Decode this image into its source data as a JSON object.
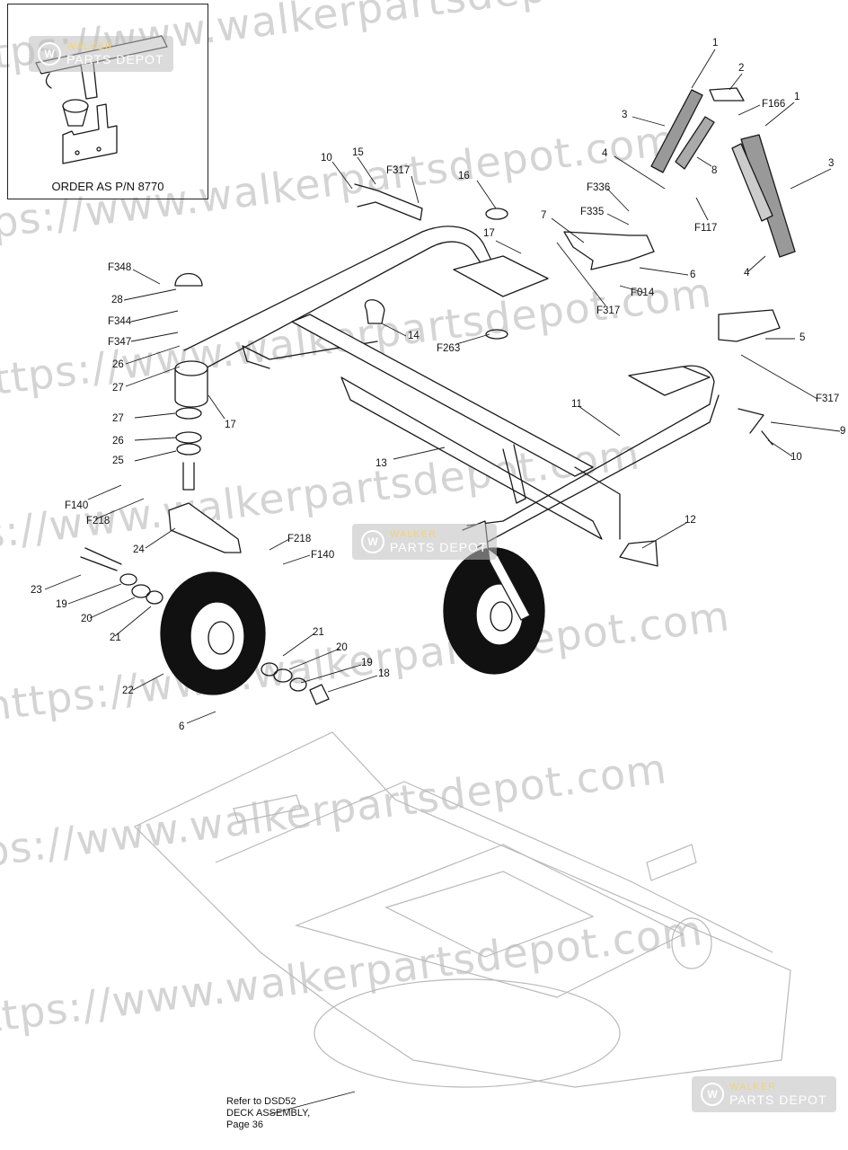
{
  "inset": {
    "caption": "ORDER AS P/N 8770"
  },
  "watermark": {
    "text": "https://www.walkerpartsdepot.com"
  },
  "logo": {
    "line1": "WALKER",
    "line2": "PARTS DEPOT"
  },
  "callouts": [
    {
      "id": "c1a",
      "text": "1"
    },
    {
      "id": "c2",
      "text": "2"
    },
    {
      "id": "cF166",
      "text": "F166"
    },
    {
      "id": "c1b",
      "text": "1"
    },
    {
      "id": "c3a",
      "text": "3"
    },
    {
      "id": "c3b",
      "text": "3"
    },
    {
      "id": "c8",
      "text": "8"
    },
    {
      "id": "c4a",
      "text": "4"
    },
    {
      "id": "cF117",
      "text": "F117"
    },
    {
      "id": "c4b",
      "text": "4"
    },
    {
      "id": "cF336",
      "text": "F336"
    },
    {
      "id": "cF335",
      "text": "F335"
    },
    {
      "id": "c7",
      "text": "7"
    },
    {
      "id": "c6a",
      "text": "6"
    },
    {
      "id": "cF014",
      "text": "F014"
    },
    {
      "id": "cF317a",
      "text": "F317"
    },
    {
      "id": "c16",
      "text": "16"
    },
    {
      "id": "c17a",
      "text": "17"
    },
    {
      "id": "c10a",
      "text": "10"
    },
    {
      "id": "c15",
      "text": "15"
    },
    {
      "id": "cF317b",
      "text": "F317"
    },
    {
      "id": "cF348",
      "text": "F348"
    },
    {
      "id": "c28",
      "text": "28"
    },
    {
      "id": "cF344",
      "text": "F344"
    },
    {
      "id": "cF347",
      "text": "F347"
    },
    {
      "id": "c26a",
      "text": "26"
    },
    {
      "id": "c27a",
      "text": "27"
    },
    {
      "id": "c14",
      "text": "14"
    },
    {
      "id": "cF263",
      "text": "F263"
    },
    {
      "id": "c5",
      "text": "5"
    },
    {
      "id": "cF317c",
      "text": "F317"
    },
    {
      "id": "c9",
      "text": "9"
    },
    {
      "id": "c10b",
      "text": "10"
    },
    {
      "id": "c11",
      "text": "11"
    },
    {
      "id": "c17b",
      "text": "17"
    },
    {
      "id": "c27b",
      "text": "27"
    },
    {
      "id": "c26b",
      "text": "26"
    },
    {
      "id": "c25",
      "text": "25"
    },
    {
      "id": "c13",
      "text": "13"
    },
    {
      "id": "cF140a",
      "text": "F140"
    },
    {
      "id": "cF218a",
      "text": "F218"
    },
    {
      "id": "c24",
      "text": "24"
    },
    {
      "id": "cF218b",
      "text": "F218"
    },
    {
      "id": "cF140b",
      "text": "F140"
    },
    {
      "id": "c12",
      "text": "12"
    },
    {
      "id": "c23",
      "text": "23"
    },
    {
      "id": "c19a",
      "text": "19"
    },
    {
      "id": "c20a",
      "text": "20"
    },
    {
      "id": "c21a",
      "text": "21"
    },
    {
      "id": "c21b",
      "text": "21"
    },
    {
      "id": "c20b",
      "text": "20"
    },
    {
      "id": "c19b",
      "text": "19"
    },
    {
      "id": "c18",
      "text": "18"
    },
    {
      "id": "c22",
      "text": "22"
    },
    {
      "id": "c6b",
      "text": "6"
    }
  ],
  "note": {
    "line1": "Refer to DSD52",
    "line2": "DECK ASSEMBLY,",
    "line3": "Page 36"
  },
  "colors": {
    "line": "#1a1a1a",
    "ghost": "#b9b9b9",
    "watermark": "#d4d4d4",
    "tire": "#111111"
  }
}
